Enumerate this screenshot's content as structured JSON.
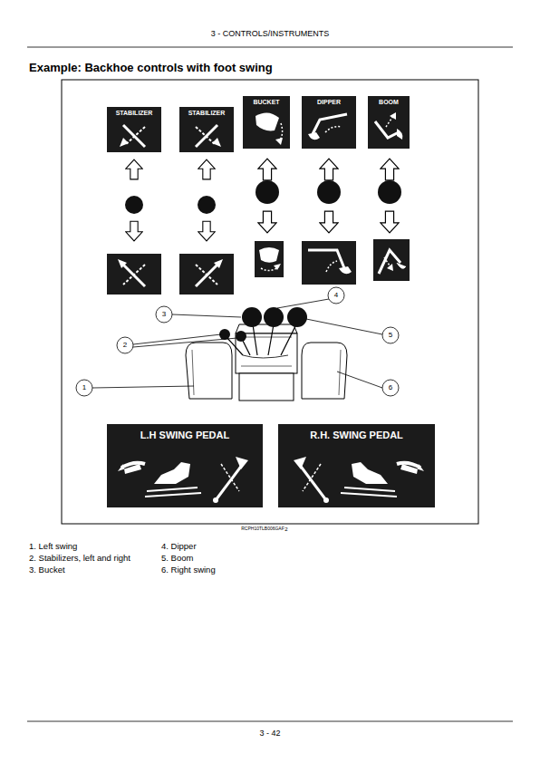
{
  "diagram": {
    "title": "Example: Backhoe controls with foot swing",
    "nodes": [
      {
        "text": [
          "STABILIZER"
        ]
      },
      {
        "text": [
          "STABILIZER"
        ]
      },
      {
        "text": [
          "BUCKET"
        ]
      },
      {
        "text": [
          "DIPPER"
        ]
      },
      {
        "text": [
          "BOOM"
        ]
      },
      {
        "text": [
          "L.H SWING PEDAL"
        ]
      },
      {
        "text": [
          "R.H. SWING PEDAL"
        ]
      }
    ],
    "labels": [
      "3 - CONTROLS/INSTRUMENTS",
      "1",
      "2",
      "3",
      "4",
      "5",
      "6",
      "RCPH10TLB006GAF",
      "2",
      "1. Left swing",
      "2. Stabilizers, left and right",
      "3. Bucket",
      "4. Dipper",
      "5. Boom",
      "6. Right swing",
      "3 - 42"
    ]
  }
}
